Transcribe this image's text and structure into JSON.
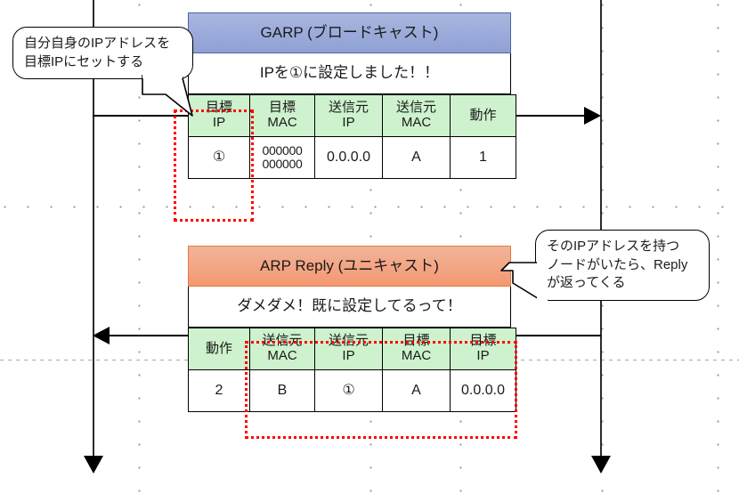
{
  "diagram": {
    "title": "GARP / ARP Reply sequence",
    "colors": {
      "header_blue": "#9aaad9",
      "header_orange": "#f3a381",
      "table_header_green": "#cdf2cd",
      "highlight_red": "#ff0000",
      "line_black": "#000000"
    }
  },
  "messages": [
    {
      "id": "garp",
      "title": "GARP (ブロードキャスト)",
      "subtitle": "IPを①に設定しました！！",
      "direction": "right",
      "columns": [
        "目標\nIP",
        "目標\nMAC",
        "送信元\nIP",
        "送信元\nMAC",
        "動作"
      ],
      "header_cells": [
        {
          "l1": "目標",
          "l2": "IP"
        },
        {
          "l1": "目標",
          "l2": "MAC"
        },
        {
          "l1": "送信元",
          "l2": "IP"
        },
        {
          "l1": "送信元",
          "l2": "MAC"
        },
        {
          "l1": "動作",
          "l2": ""
        }
      ],
      "values": [
        "①",
        "000000000000",
        "0.0.0.0",
        "A",
        "1"
      ],
      "value_mac_lines": [
        "000000",
        "000000"
      ],
      "highlight_columns": [
        1
      ]
    },
    {
      "id": "arp_reply",
      "title": "ARP Reply (ユニキャスト)",
      "subtitle": "ダメダメ！既に設定してるって！",
      "direction": "left",
      "columns": [
        "動作",
        "送信元\nMAC",
        "送信元\nIP",
        "目標\nMAC",
        "目標\nIP"
      ],
      "header_cells": [
        {
          "l1": "動作",
          "l2": ""
        },
        {
          "l1": "送信元",
          "l2": "MAC"
        },
        {
          "l1": "送信元",
          "l2": "IP"
        },
        {
          "l1": "目標",
          "l2": "MAC"
        },
        {
          "l1": "目標",
          "l2": "IP"
        }
      ],
      "values": [
        "2",
        "B",
        "①",
        "A",
        "0.0.0.0"
      ],
      "highlight_columns": [
        2,
        3,
        4,
        5
      ]
    }
  ],
  "callouts": [
    {
      "id": "left-callout",
      "text": "自分自身のIPアドレスを\n目標IPにセットする",
      "points_to": "目標 IP column of GARP packet"
    },
    {
      "id": "right-callout",
      "text": "そのIPアドレスを持つ\nノードがいたら、Reply\nが返ってくる",
      "points_to": "ARP Reply title bar"
    }
  ],
  "lifelines": [
    {
      "id": "left-lifeline",
      "label": ""
    },
    {
      "id": "right-lifeline",
      "label": ""
    }
  ]
}
